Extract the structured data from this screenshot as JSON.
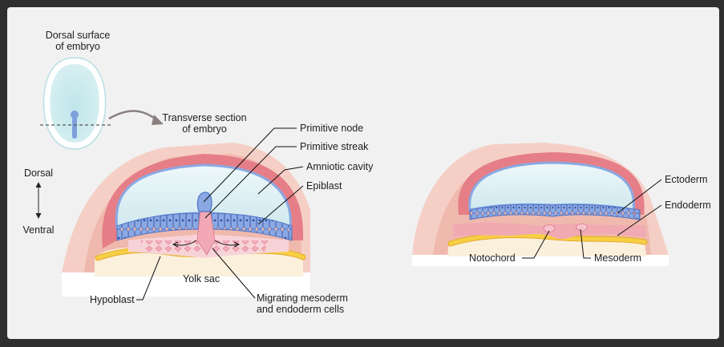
{
  "labels": {
    "dorsal_surface_line1": "Dorsal surface",
    "dorsal_surface_line2": "of embryo",
    "transverse_line1": "Transverse section",
    "transverse_line2": "of embryo",
    "dorsal": "Dorsal",
    "ventral": "Ventral",
    "primitive_node": "Primitive node",
    "primitive_streak": "Primitive streak",
    "amniotic_cavity": "Amniotic cavity",
    "epiblast": "Epiblast",
    "yolk_sac": "Yolk sac",
    "hypoblast": "Hypoblast",
    "migrating_line1": "Migrating mesoderm",
    "migrating_line2": "and endoderm cells",
    "ectoderm": "Ectoderm",
    "endoderm": "Endoderm",
    "notochord": "Notochord",
    "mesoderm": "Mesoderm"
  },
  "colors": {
    "page_bg": "#2f2f2f",
    "panel_bg": "#f1f1f1",
    "outer_tissue": "#f2c9bf",
    "amnion_red": "#e57e86",
    "cavity_blue": "#d9eef3",
    "epiblast_blue": "#7e9fdc",
    "hypoblast_yellow": "#f4c63d",
    "yolk": "#fbf0dc",
    "mesoderm_pink": "#f3b8c0"
  }
}
